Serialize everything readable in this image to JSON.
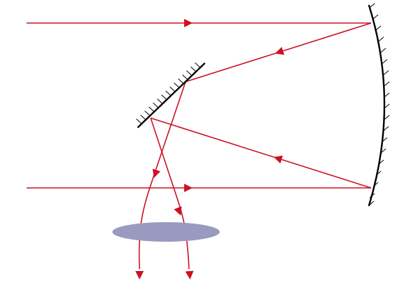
{
  "colors": {
    "background": "#ffffff",
    "ray": "#cc1122",
    "mirror": "#000000",
    "lens": "#9a9ac0"
  },
  "elements": {
    "primary_mirror": "concave-mirror",
    "secondary_mirror": "flat-mirror",
    "lens": "converging-lens",
    "incoming_rays": 2,
    "outgoing_rays": 2
  }
}
